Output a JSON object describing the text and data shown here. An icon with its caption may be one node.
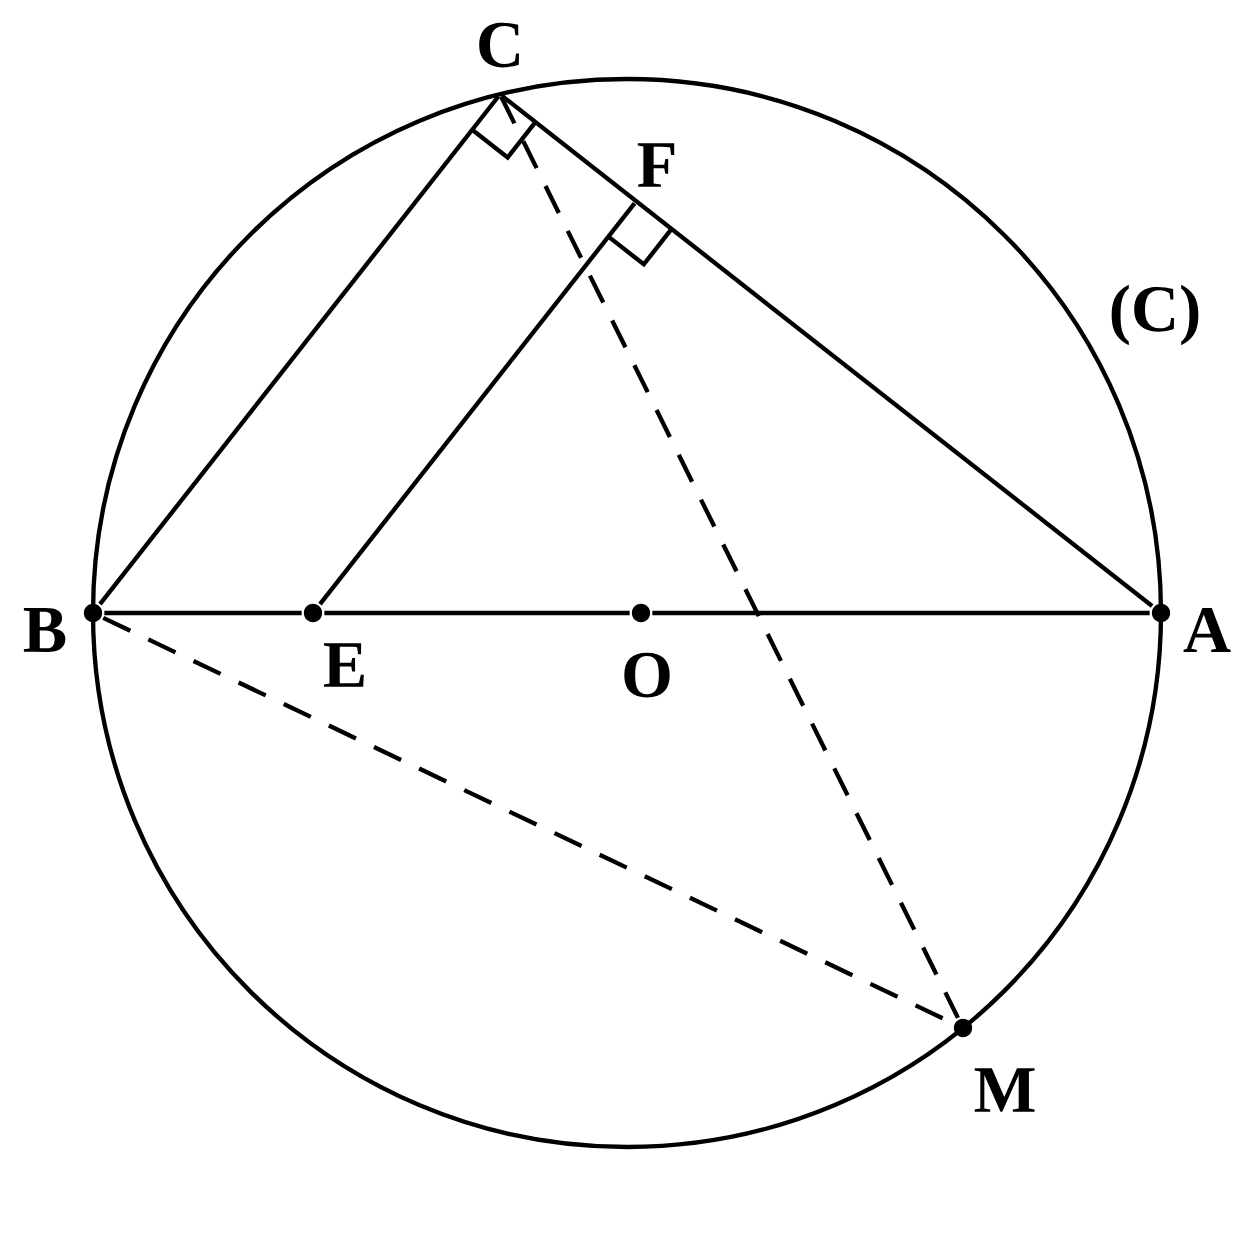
{
  "diagram": {
    "nodes": [
      {
        "text": [
          "C"
        ]
      },
      {
        "text": [
          "F"
        ]
      },
      {
        "text": [
          "B"
        ]
      },
      {
        "text": [
          "E"
        ]
      },
      {
        "text": [
          "O"
        ]
      },
      {
        "text": [
          "A"
        ]
      },
      {
        "text": [
          "M"
        ]
      }
    ],
    "edges": [
      {
        "from": 2,
        "to": 0,
        "arrow": "none"
      },
      {
        "from": 0,
        "to": 5,
        "arrow": "none"
      },
      {
        "from": 3,
        "to": 1,
        "arrow": "none"
      },
      {
        "from": 2,
        "to": 3,
        "arrow": "none"
      },
      {
        "from": 3,
        "to": 4,
        "arrow": "none"
      },
      {
        "from": 4,
        "to": 5,
        "arrow": "none"
      },
      {
        "from": 0,
        "to": 6,
        "arrow": "none",
        "style": "dashed"
      },
      {
        "from": 2,
        "to": 6,
        "arrow": "none",
        "style": "dashed"
      }
    ],
    "labels": [
      "(C)"
    ]
  }
}
